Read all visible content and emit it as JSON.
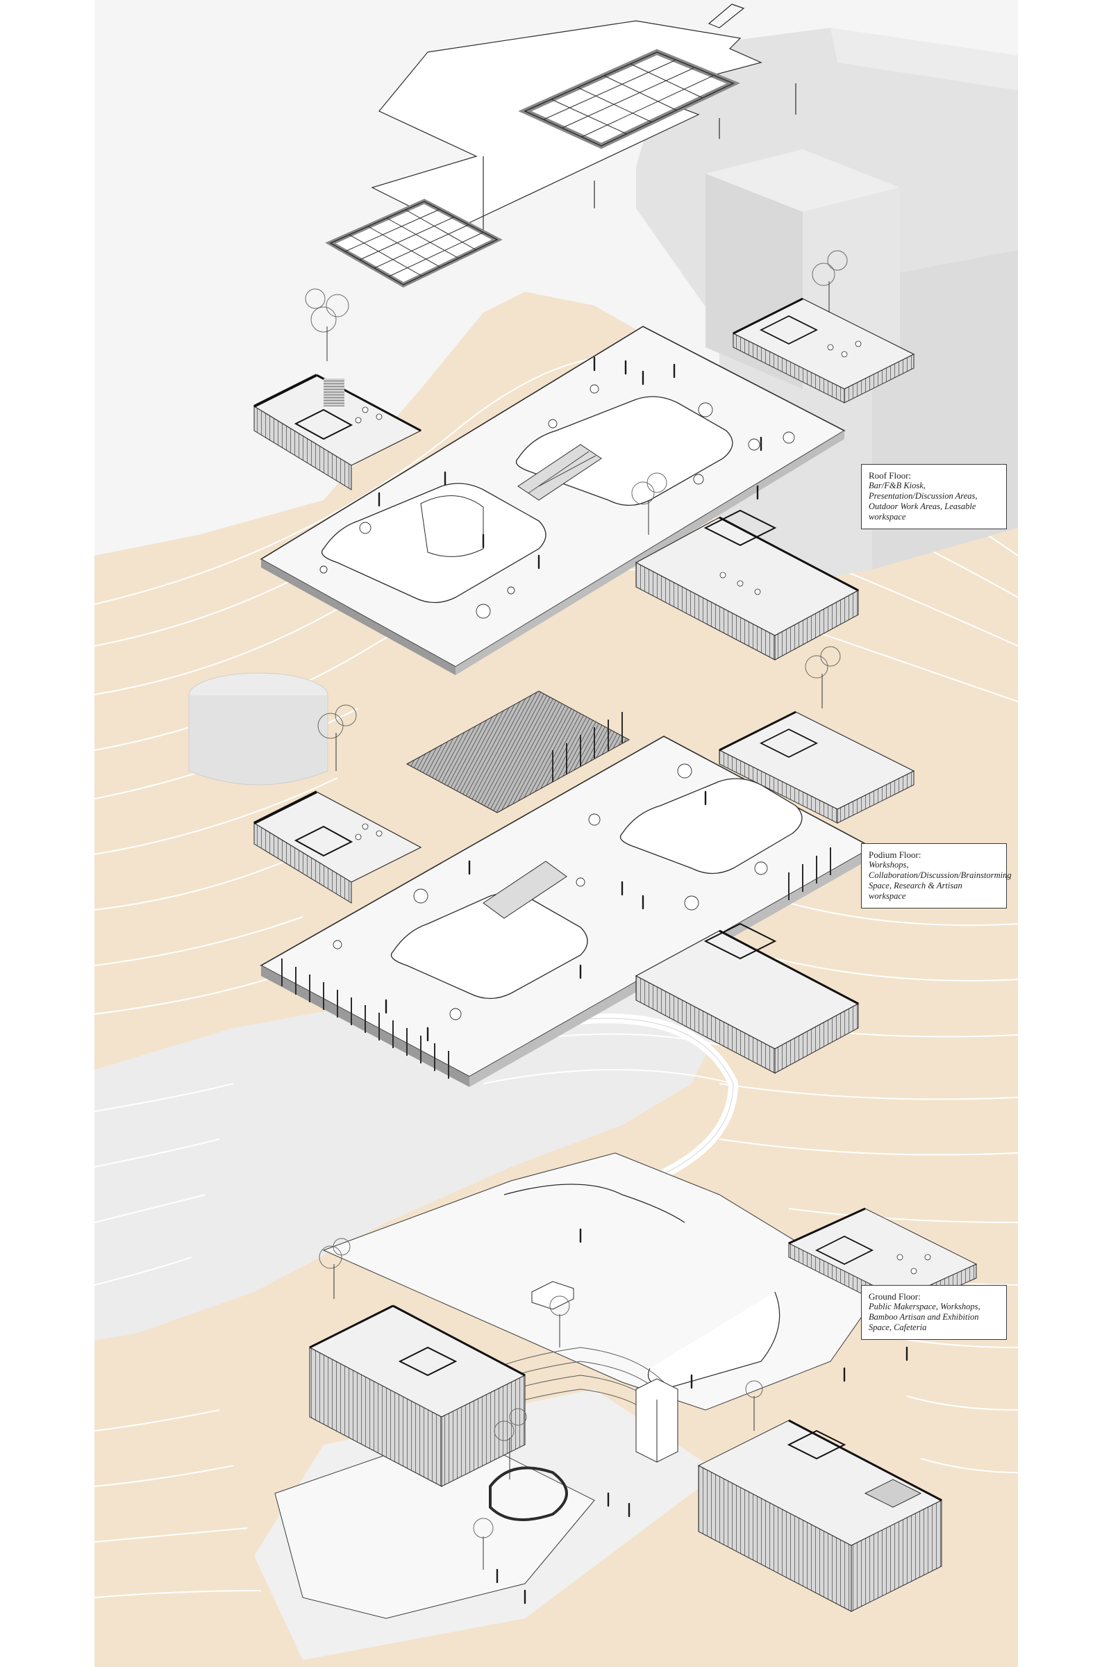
{
  "labels": {
    "roof": {
      "title": "Roof Floor:",
      "description": "Bar/F&B Kiosk, Presentation/Discussion Areas, Outdoor Work Areas, Leasable workspace"
    },
    "podium": {
      "title": "Podium Floor:",
      "description": "Workshops, Collaboration/Discussion/Brainstorming Space, Research & Artisan workspace"
    },
    "ground": {
      "title": "Ground Floor:",
      "description": "Public Makerspace, Workshops, Bamboo Artisan and Exhibition Space, Cafeteria"
    }
  },
  "colors": {
    "terrain": "#f3e3cc",
    "contour": "#ffffff",
    "context_buildings": "#e3e3e3",
    "floor_slab": "#f7f7f7",
    "line": "#2b2b2b",
    "wall_dark": "#3c3c3c",
    "facade_hatch": "#8a8a8a"
  }
}
